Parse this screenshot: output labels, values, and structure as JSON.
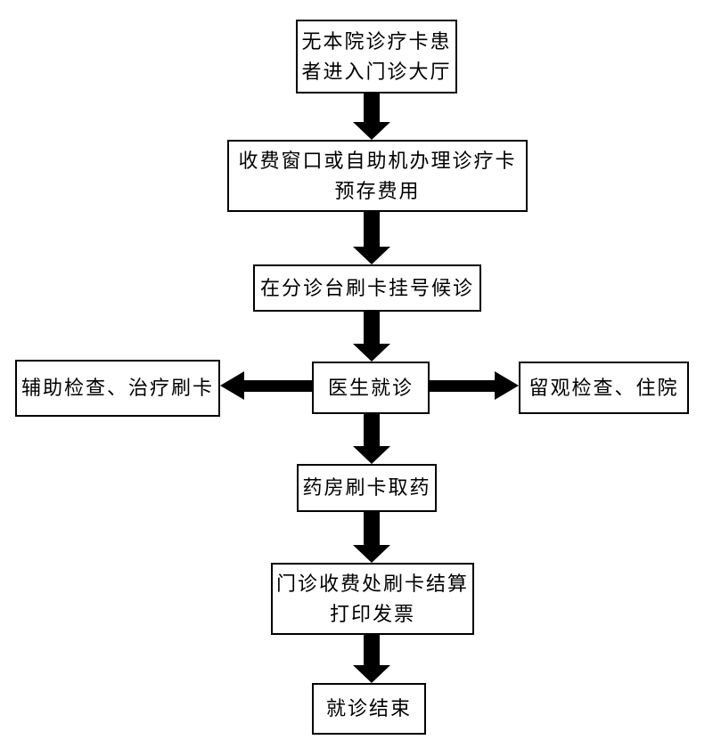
{
  "diagram": {
    "type": "flowchart",
    "language": "zh-CN",
    "colors": {
      "background": "#ffffff",
      "box_fill": "#ffffff",
      "box_border": "#000000",
      "arrow": "#000000",
      "text": "#000000"
    },
    "nodes": [
      {
        "id": "entry",
        "label": "无本院诊疗卡患者进入门诊大厅",
        "lines": [
          "无本院诊疗卡患",
          "者进入门诊大厅"
        ]
      },
      {
        "id": "fee",
        "label": "收费窗口或自助机办理诊疗卡预存费用",
        "lines": [
          "收费窗口或自助机办理诊疗卡",
          "预存费用"
        ]
      },
      {
        "id": "triage",
        "label": "在分诊台刷卡挂号候诊",
        "lines": [
          "在分诊台刷卡挂号候诊"
        ]
      },
      {
        "id": "aux",
        "label": "辅助检查、治疗刷卡",
        "lines": [
          "辅助检查、治疗刷卡"
        ]
      },
      {
        "id": "doctor",
        "label": "医生就诊",
        "lines": [
          "医生就诊"
        ]
      },
      {
        "id": "obs",
        "label": "留观检查、住院",
        "lines": [
          "留观检查、住院"
        ]
      },
      {
        "id": "pharmacy",
        "label": "药房刷卡取药",
        "lines": [
          "药房刷卡取药"
        ]
      },
      {
        "id": "billing",
        "label": "门诊收费处刷卡结算打印发票",
        "lines": [
          "门诊收费处刷卡结算",
          "打印发票"
        ]
      },
      {
        "id": "end",
        "label": "就诊结束",
        "lines": [
          "就诊结束"
        ]
      }
    ],
    "edges": [
      {
        "from": "entry",
        "to": "fee",
        "direction": "down"
      },
      {
        "from": "fee",
        "to": "triage",
        "direction": "down"
      },
      {
        "from": "triage",
        "to": "doctor",
        "direction": "down"
      },
      {
        "from": "doctor",
        "to": "aux",
        "direction": "left"
      },
      {
        "from": "doctor",
        "to": "obs",
        "direction": "right"
      },
      {
        "from": "doctor",
        "to": "pharmacy",
        "direction": "down"
      },
      {
        "from": "pharmacy",
        "to": "billing",
        "direction": "down"
      },
      {
        "from": "billing",
        "to": "end",
        "direction": "down"
      }
    ]
  }
}
